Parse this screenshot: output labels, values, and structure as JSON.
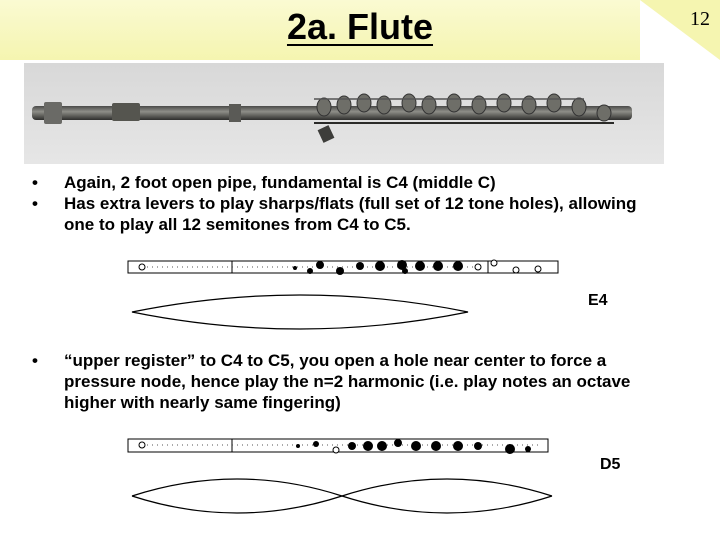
{
  "slide": {
    "title": "2a.  Flute",
    "number": "12"
  },
  "photo": {
    "alt": "silver flute photograph"
  },
  "bullets_top": [
    "Again, 2 foot open pipe, fundamental is C4 (middle C)",
    "Has extra levers to play sharps/flats (full set of 12 tone holes), allowing one to play all 12 semitones from C4 to C5."
  ],
  "bullets_bottom": [
    "“upper register”  to C4 to C5, you open a hole near center to force a pressure node, hence play the n=2 harmonic (i.e. play notes an octave higher with nearly same fingering)"
  ],
  "diagram_e4": {
    "label": "E4",
    "harmonic": 1
  },
  "diagram_d5": {
    "label": "D5",
    "harmonic": 2
  }
}
